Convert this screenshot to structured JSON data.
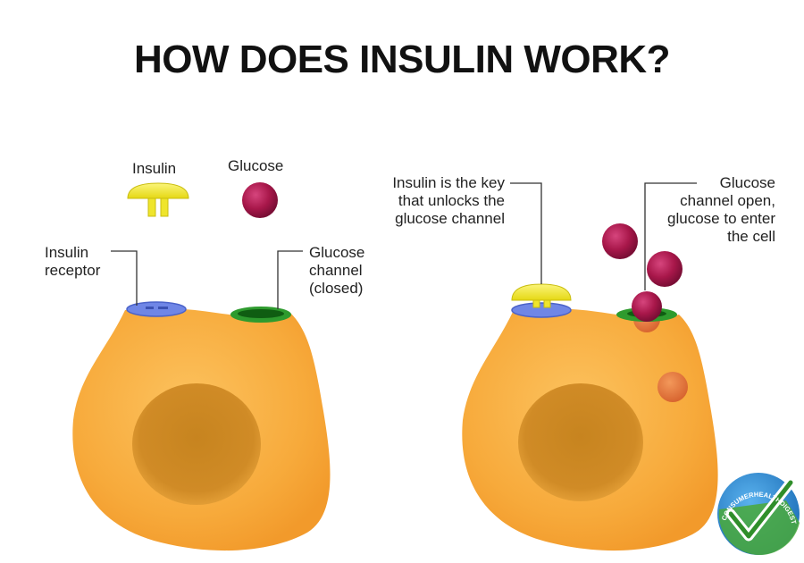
{
  "title": "HOW DOES INSULIN WORK?",
  "legend": {
    "insulin": "Insulin",
    "glucose": "Glucose"
  },
  "left_cell": {
    "receptor_label": [
      "Insulin",
      "receptor"
    ],
    "channel_label": [
      "Glucose",
      "channel",
      "(closed)"
    ]
  },
  "right_cell": {
    "key_label": [
      "Insulin is the key",
      "that unlocks the",
      "glucose channel"
    ],
    "open_label": [
      "Glucose",
      "channel open,",
      "glucose to enter",
      "the cell"
    ]
  },
  "watermark": {
    "text": "CONSUMERHEALTHDIGEST.COM"
  },
  "colors": {
    "cell": "#f7aa3b",
    "nucleus": "#c98521",
    "insulin": "#efe52c",
    "glucose": "#a8174a",
    "receptor": "#6f86e6",
    "channel": "#2e9b2e",
    "absorbed_glucose": "#e0763a"
  }
}
